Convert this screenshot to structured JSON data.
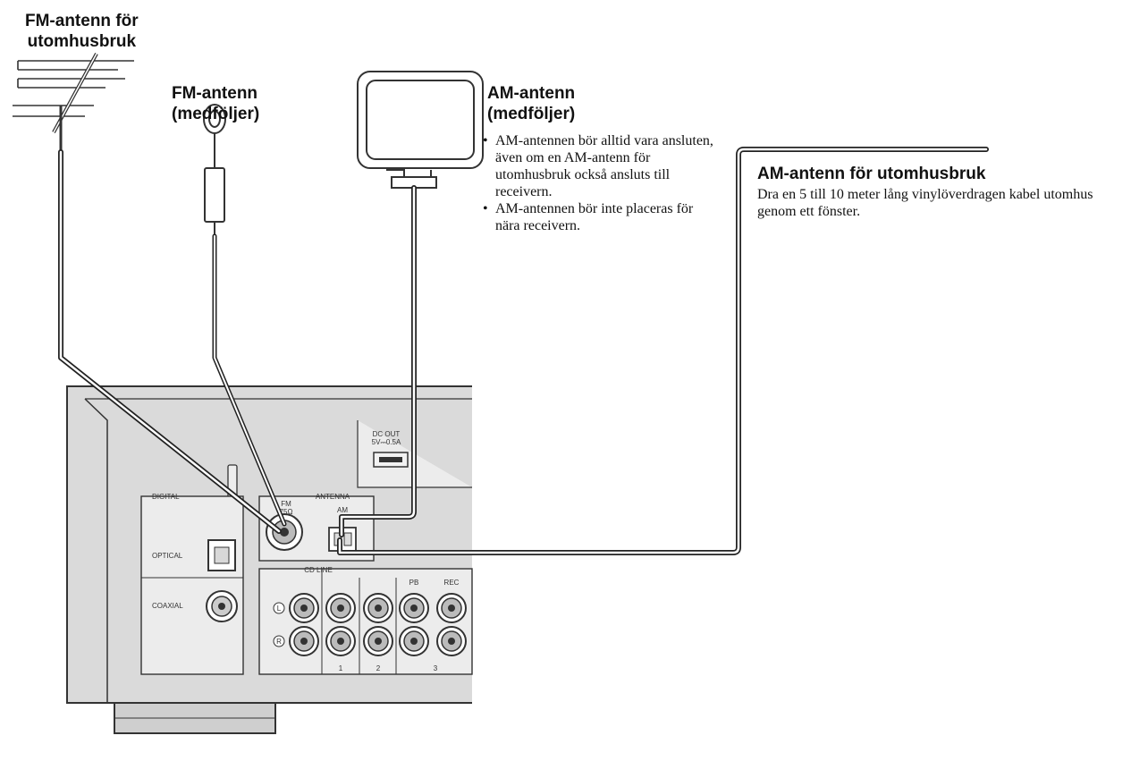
{
  "labels": {
    "fm_outdoor_title_line1": "FM-antenn för",
    "fm_outdoor_title_line2": "utomhusbruk",
    "fm_supplied_title_line1": "FM-antenn",
    "fm_supplied_title_line2": "(medföljer)",
    "am_supplied_title_line1": "AM-antenn",
    "am_supplied_title_line2": "(medföljer)",
    "am_supplied_notes": [
      "AM-antennen bör alltid vara ansluten, även om en AM-antenn för utomhusbruk också ansluts till receivern.",
      "AM-antennen bör inte placeras för nära receivern."
    ],
    "am_outdoor_title": "AM-antenn för utomhusbruk",
    "am_outdoor_note": "Dra en 5 till 10 meter lång vinylöverdragen kabel utomhus genom ett fönster."
  },
  "panel": {
    "dc_out": "DC OUT",
    "dc_out_rating": "5V⎓0.5A",
    "digital": "DIGITAL",
    "optical": "OPTICAL",
    "coaxial": "COAXIAL",
    "antenna": "ANTENNA",
    "fm": "FM",
    "fm_impedance": "75Ω",
    "am": "AM",
    "cd_line": "CD LINE",
    "pb": "PB",
    "rec": "REC",
    "input_1": "1",
    "input_2": "2",
    "input_3": "3",
    "left": "L",
    "right": "R"
  },
  "colors": {
    "line": "#333333",
    "panel_fill": "#d9d9d9",
    "panel_inner": "#ececec",
    "cable_outline": "#222222",
    "cable_core": "#ffffff"
  }
}
